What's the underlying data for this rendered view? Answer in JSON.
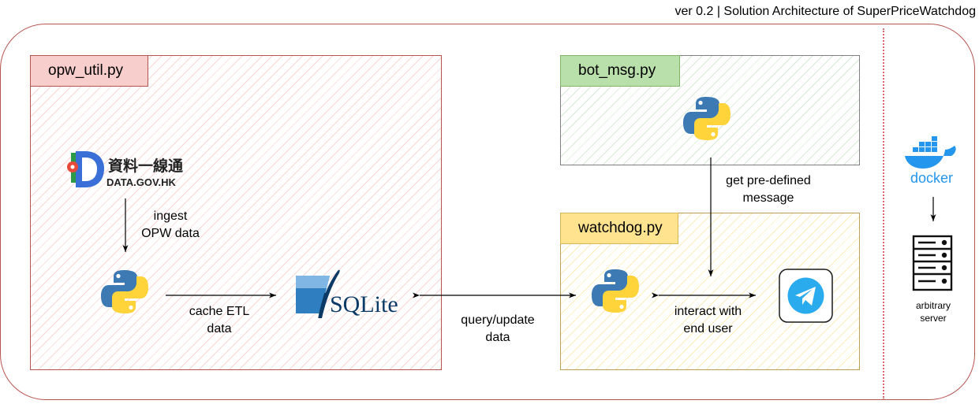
{
  "title": "ver 0.2 | Solution Architecture of SuperPriceWatchdog",
  "panels": {
    "opw_util": {
      "label": "opw_util.py"
    },
    "bot_msg": {
      "label": "bot_msg.py"
    },
    "watchdog": {
      "label": "watchdog.py"
    }
  },
  "logos": {
    "datagov_cn": "資料一線通",
    "datagov_en": "DATA.GOV.HK",
    "sqlite": "SQLite",
    "docker": "docker"
  },
  "edges": {
    "ingest": [
      "ingest",
      "OPW data"
    ],
    "cache": [
      "cache ETL",
      "data"
    ],
    "query": [
      "query/update",
      "data"
    ],
    "getmsg": [
      "get pre-defined",
      "message"
    ],
    "interact": [
      "interact with",
      "end user"
    ]
  },
  "server": [
    "arbitrary",
    "server"
  ],
  "colors": {
    "red_border": "#b85450",
    "red_fill": "#f8cecc",
    "green_fill": "#b9dfab",
    "yellow_fill": "#ffe38f",
    "python_blue": "#3776ab",
    "python_yellow": "#ffd43b",
    "docker_blue": "#2496ed",
    "telegram_blue": "#2aabee"
  },
  "icons": [
    "python-icon",
    "sqlite-feather-icon",
    "telegram-icon",
    "docker-whale-icon",
    "server-rack-icon",
    "datagov-logo-icon"
  ]
}
